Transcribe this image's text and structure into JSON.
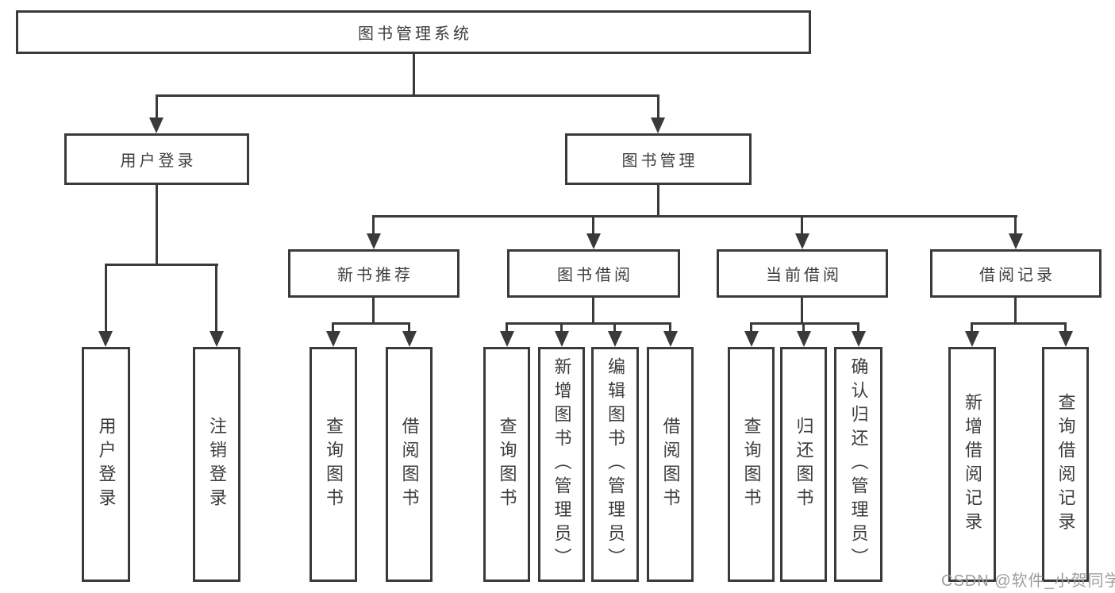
{
  "tree": {
    "root": {
      "label": "图书管理系统"
    },
    "branches": [
      {
        "label": "用户登录",
        "children": [
          {
            "label": "用户登录"
          },
          {
            "label": "注销登录"
          }
        ]
      },
      {
        "label": "图书管理",
        "children": [
          {
            "label": "新书推荐",
            "children": [
              {
                "label": "查询图书"
              },
              {
                "label": "借阅图书"
              }
            ]
          },
          {
            "label": "图书借阅",
            "children": [
              {
                "label": "查询图书"
              },
              {
                "label": "新增图书（管理员）"
              },
              {
                "label": "编辑图书（管理员）"
              },
              {
                "label": "借阅图书"
              }
            ]
          },
          {
            "label": "当前借阅",
            "children": [
              {
                "label": "查询图书"
              },
              {
                "label": "归还图书"
              },
              {
                "label": "确认归还（管理员）"
              }
            ]
          },
          {
            "label": "借阅记录",
            "children": [
              {
                "label": "新增借阅记录"
              },
              {
                "label": "查询借阅记录"
              }
            ]
          }
        ]
      }
    ]
  },
  "watermark": {
    "text": "CSDN @软件_小贺同学"
  },
  "colors": {
    "line": "#3a3a3a",
    "text": "#3d3d3d",
    "watermark": "#9e9e9e",
    "background": "#ffffff"
  }
}
